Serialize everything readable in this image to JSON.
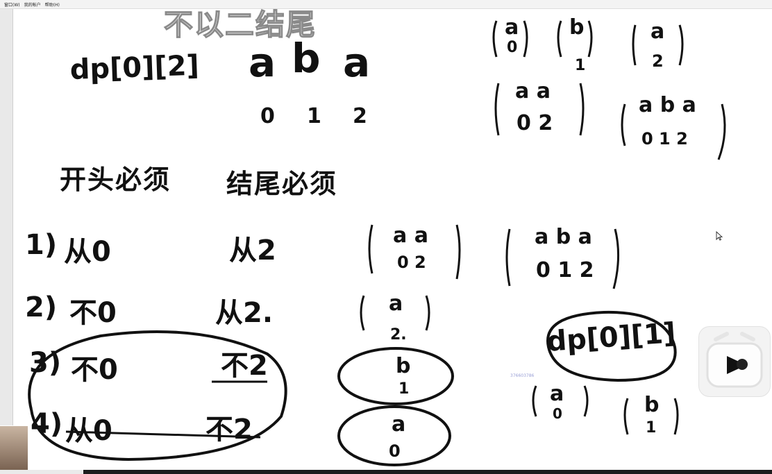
{
  "menubar": {
    "items": [
      "窗口(W)",
      "我的帐户",
      "帮助(H)"
    ]
  },
  "subtitle": "不以二结尾",
  "board": {
    "dp_label_top": "dp[0][2]",
    "sequence": {
      "chars": [
        "a",
        "b",
        "a"
      ],
      "indices": [
        "0",
        "1",
        "2"
      ]
    },
    "subsets_top": [
      {
        "chars": "a",
        "idx": "0"
      },
      {
        "chars": "b",
        "idx": "1"
      },
      {
        "chars": "a",
        "idx": "2"
      },
      {
        "chars": "a a",
        "idx": "0 2"
      },
      {
        "chars": "a b a",
        "idx": "0 1 2"
      }
    ],
    "heading_left": "开头必须",
    "heading_right": "结尾必须",
    "cases": [
      {
        "num": "1)",
        "start": "从0",
        "end": "从2"
      },
      {
        "num": "2)",
        "start": "不0",
        "end": "从2."
      },
      {
        "num": "3)",
        "start": "不0",
        "end": "不2"
      },
      {
        "num": "4)",
        "start": "从0",
        "end": "不2"
      }
    ],
    "case_sets": [
      {
        "chars": "a a",
        "idx": "0 2"
      },
      {
        "chars": "a b a",
        "idx": "0 1 2"
      },
      {
        "chars": "a",
        "idx": "2."
      },
      {
        "chars": "b",
        "idx": "1"
      },
      {
        "chars": "a",
        "idx": "0"
      }
    ],
    "dp_label_bottom": "dp[0][1]",
    "bottom_sets": [
      {
        "chars": "a",
        "idx": "0"
      },
      {
        "chars": "b",
        "idx": "1"
      }
    ]
  },
  "watermark": "376603786",
  "colors": {
    "ink": "#111111",
    "subtitle_stroke": "#8a8a8a"
  },
  "icons": [
    "cursor-arrow-icon",
    "video-app-logo-icon"
  ]
}
